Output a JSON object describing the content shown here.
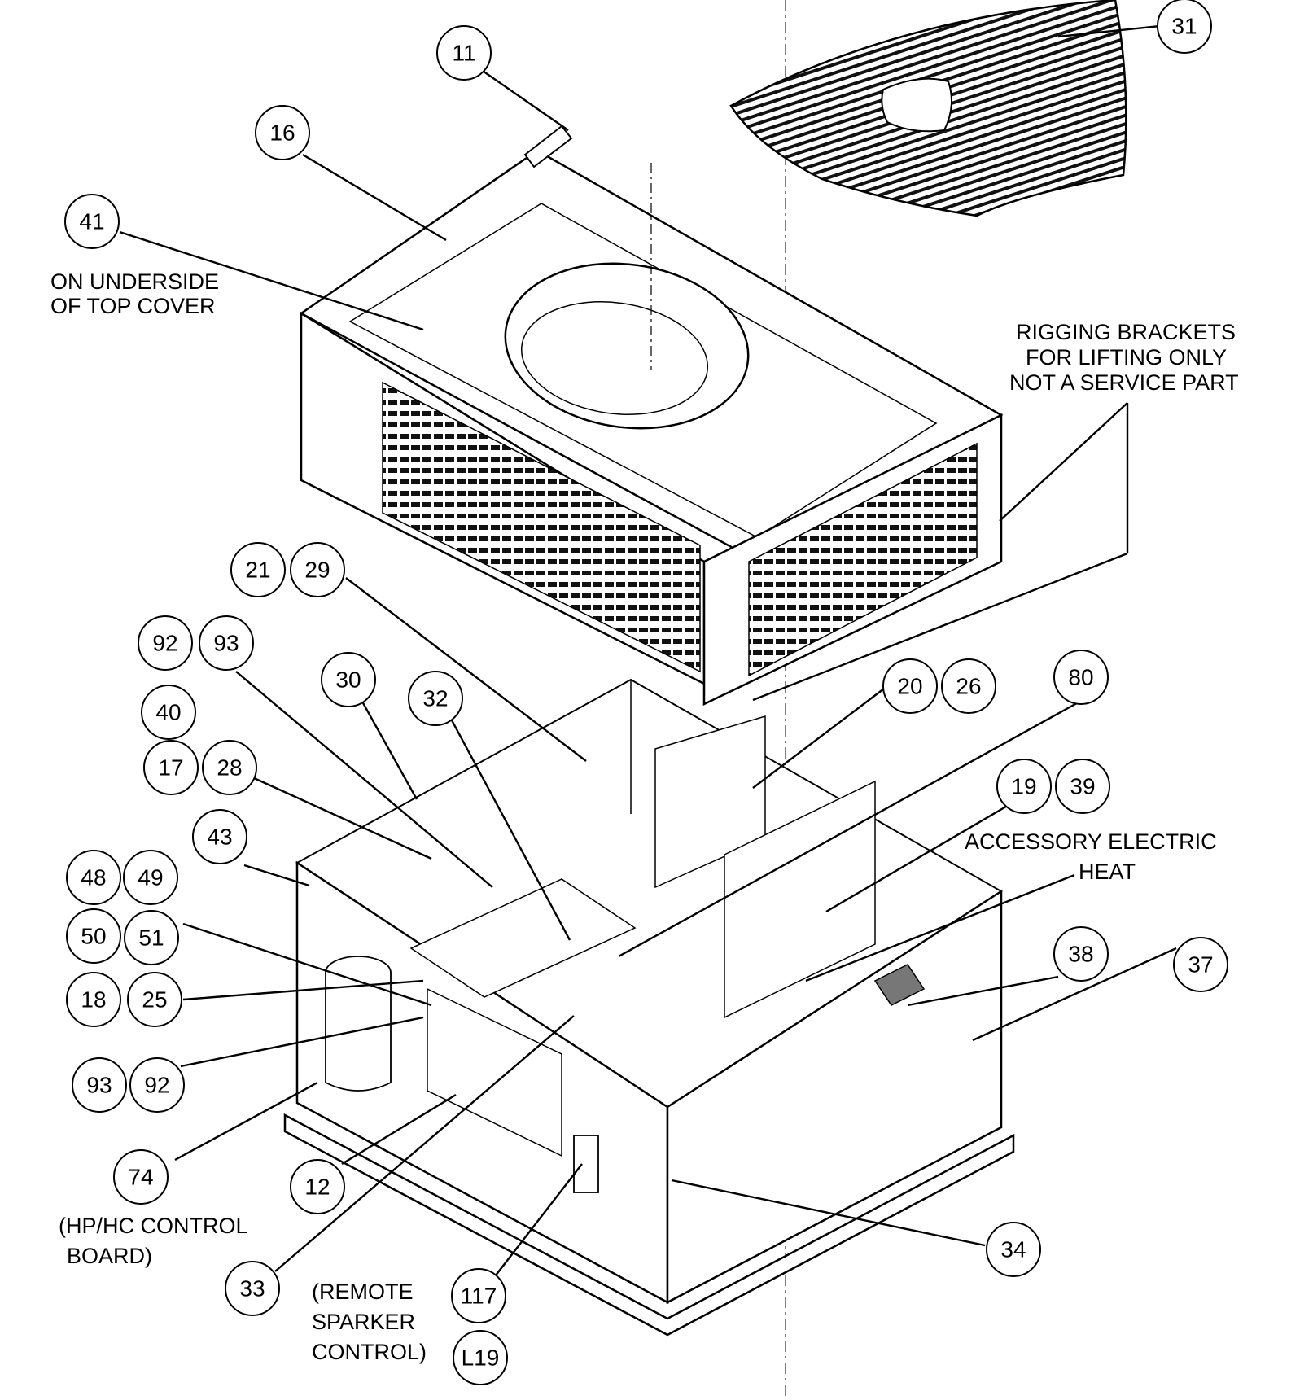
{
  "balloons": [
    "11",
    "31",
    "16",
    "41",
    "21",
    "29",
    "92",
    "93",
    "30",
    "32",
    "40",
    "17",
    "28",
    "43",
    "48",
    "49",
    "50",
    "51",
    "18",
    "25",
    "93",
    "92",
    "74",
    "12",
    "33",
    "117",
    "L19",
    "34",
    "37",
    "38",
    "20",
    "26",
    "80",
    "19",
    "39"
  ],
  "notes": {
    "top_cover_1": "ON UNDERSIDE",
    "top_cover_2": "OF TOP COVER",
    "rigging_1": "RIGGING BRACKETS",
    "rigging_2": "FOR LIFTING ONLY",
    "rigging_3": "NOT A SERVICE PART",
    "elec_heat_1": "ACCESSORY ELECTRIC",
    "elec_heat_2": "HEAT",
    "hp_1": "(HP/HC CONTROL",
    "hp_2": "BOARD)",
    "sparker_1": "(REMOTE",
    "sparker_2": "SPARKER",
    "sparker_3": "CONTROL)"
  }
}
